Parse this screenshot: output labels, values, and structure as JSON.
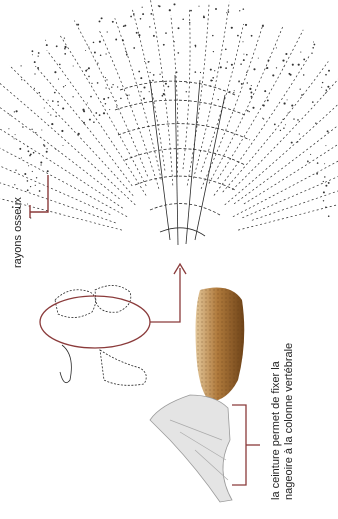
{
  "labels": {
    "rays": "rayons osseux",
    "belt_line1": "la ceinture permet de fixer la",
    "belt_line2": "nageoire à la colonne vertébrale"
  },
  "colors": {
    "callout": "#8a3a3a",
    "ink": "#2a2a2a",
    "fin_dark": "#7a4a1c",
    "fin_light": "#c99a5c"
  }
}
